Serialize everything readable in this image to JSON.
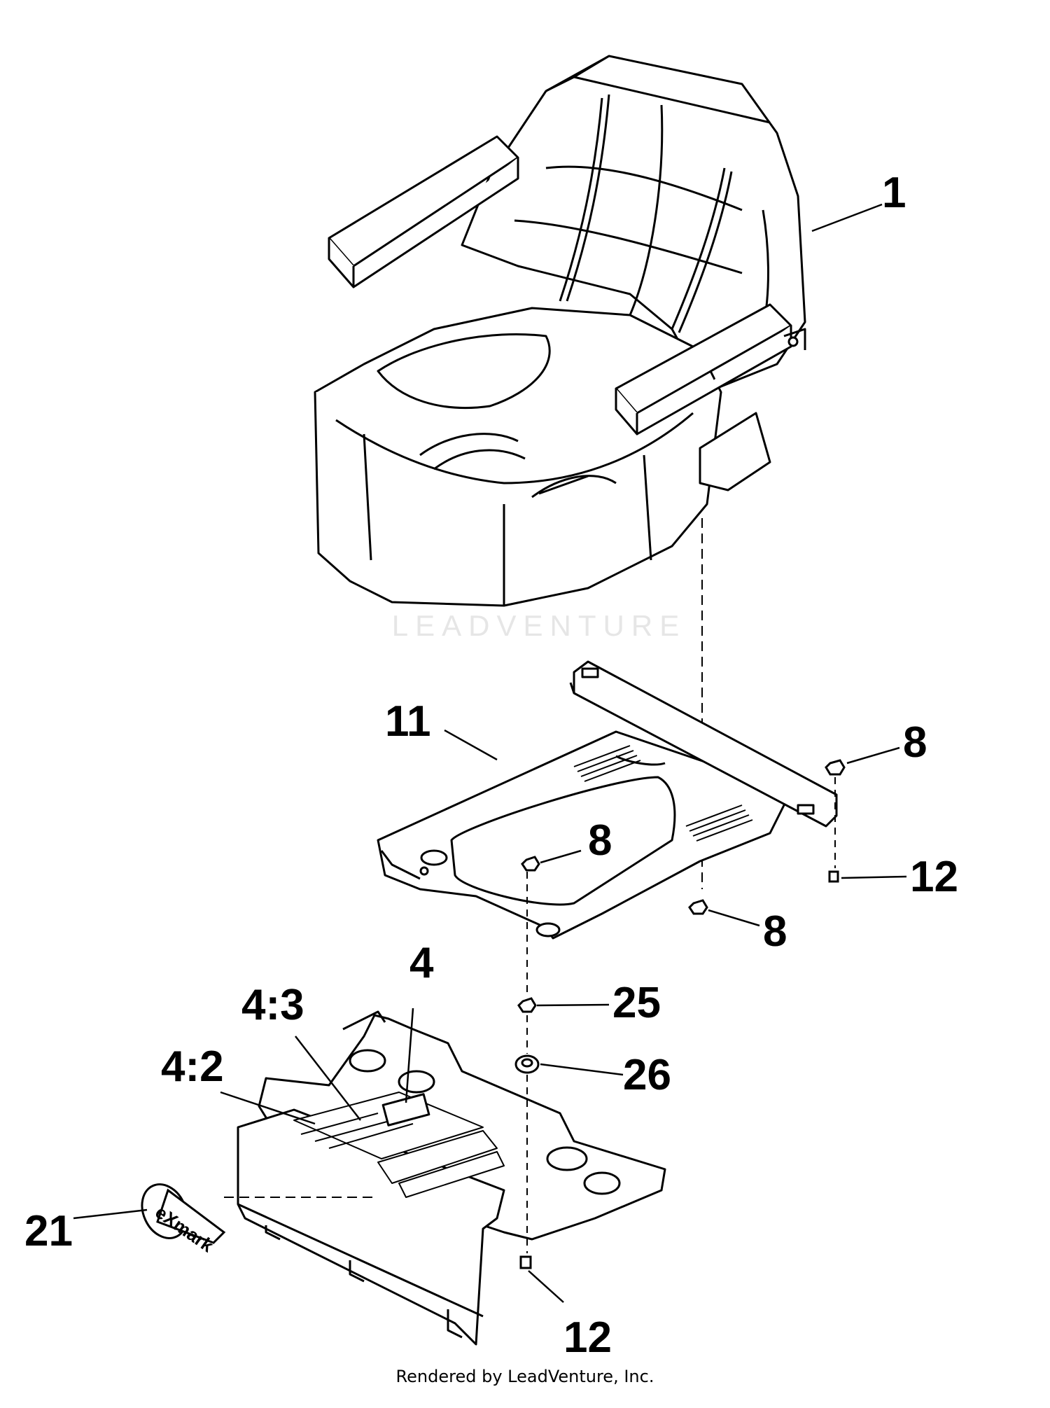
{
  "diagram": {
    "footer": "Rendered by LeadVenture, Inc.",
    "watermark": "LEADVENTURE",
    "line_color": "#000000",
    "background": "#ffffff",
    "callouts": [
      {
        "id": "1",
        "label": "1"
      },
      {
        "id": "11",
        "label": "11"
      },
      {
        "id": "8a",
        "label": "8"
      },
      {
        "id": "8b",
        "label": "8"
      },
      {
        "id": "8c",
        "label": "8"
      },
      {
        "id": "12a",
        "label": "12"
      },
      {
        "id": "4",
        "label": "4"
      },
      {
        "id": "4-3",
        "label": "4:3"
      },
      {
        "id": "4-2",
        "label": "4:2"
      },
      {
        "id": "25",
        "label": "25"
      },
      {
        "id": "26",
        "label": "26"
      },
      {
        "id": "21",
        "label": "21"
      },
      {
        "id": "12b",
        "label": "12"
      }
    ],
    "badge_text": "eXmark"
  }
}
